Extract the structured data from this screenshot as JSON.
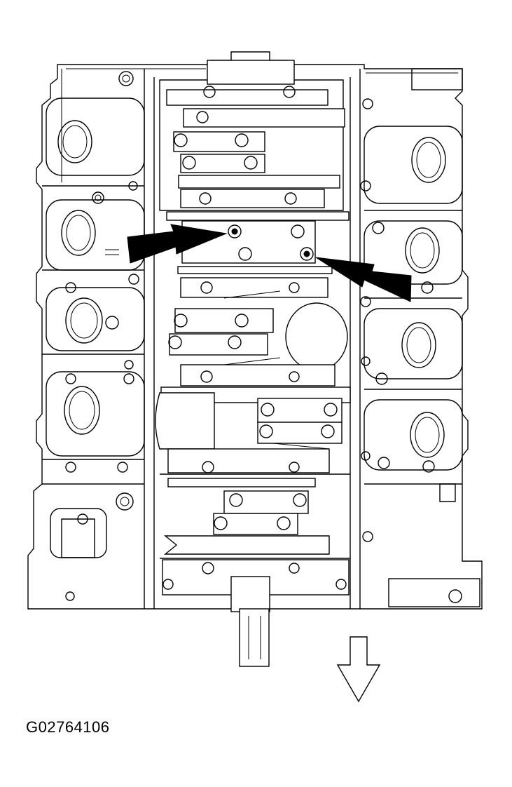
{
  "figure_id": "G02764106",
  "colors": {
    "line": "#000000",
    "background": "#ffffff"
  },
  "callouts": [
    {
      "name": "left-arrow-icon",
      "points_to": "main-bearing-bolt-left"
    },
    {
      "name": "right-arrow-icon",
      "points_to": "main-bearing-bolt-right"
    },
    {
      "name": "front-direction-arrow-icon",
      "meaning": "front of engine"
    }
  ]
}
